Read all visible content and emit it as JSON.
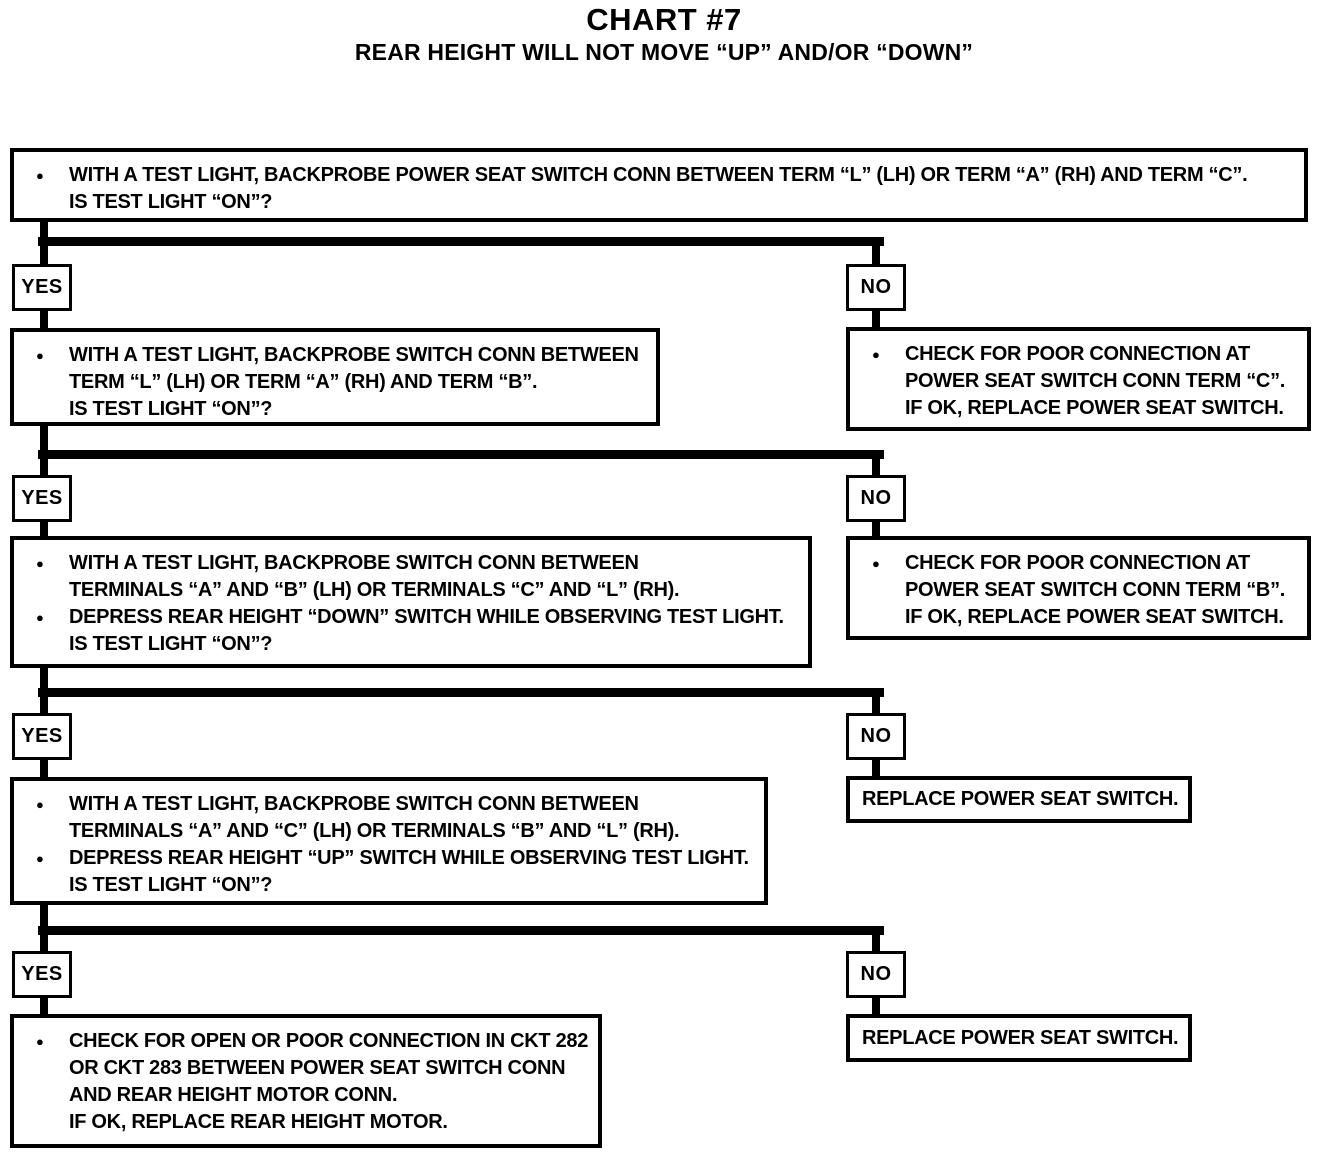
{
  "title": "CHART #7",
  "subtitle": "REAR HEIGHT WILL NOT MOVE “UP” AND/OR “DOWN”",
  "branch_labels": {
    "yes": "YES",
    "no": "NO"
  },
  "colors": {
    "ink": "#000000",
    "paper": "#ffffff"
  },
  "nodes": {
    "q1": {
      "bullets": [
        {
          "lines": [
            "WITH A TEST LIGHT, BACKPROBE POWER SEAT SWITCH CONN BETWEEN TERM “L” (LH) OR TERM “A” (RH) AND TERM “C”.",
            "IS TEST LIGHT “ON”?"
          ]
        }
      ]
    },
    "r1": {
      "bullets": [
        {
          "lines": [
            "CHECK FOR POOR CONNECTION AT",
            "POWER SEAT SWITCH CONN TERM “C”.",
            "IF OK, REPLACE POWER SEAT SWITCH."
          ]
        }
      ]
    },
    "q2": {
      "bullets": [
        {
          "lines": [
            "WITH A TEST LIGHT, BACKPROBE SWITCH CONN BETWEEN",
            "TERM “L” (LH) OR TERM “A” (RH) AND TERM “B”.",
            "IS TEST LIGHT “ON”?"
          ]
        }
      ]
    },
    "r2": {
      "bullets": [
        {
          "lines": [
            "CHECK FOR POOR CONNECTION AT",
            "POWER SEAT SWITCH CONN TERM “B”.",
            "IF OK, REPLACE POWER SEAT SWITCH."
          ]
        }
      ]
    },
    "q3": {
      "bullets": [
        {
          "lines": [
            "WITH A TEST LIGHT, BACKPROBE SWITCH CONN BETWEEN",
            "TERMINALS “A” AND “B” (LH) OR TERMINALS “C” AND “L” (RH)."
          ]
        },
        {
          "lines": [
            "DEPRESS REAR HEIGHT “DOWN” SWITCH WHILE OBSERVING TEST LIGHT.",
            "IS TEST LIGHT “ON”?"
          ]
        }
      ]
    },
    "r3": {
      "text": "REPLACE POWER SEAT SWITCH."
    },
    "q4": {
      "bullets": [
        {
          "lines": [
            "WITH A TEST LIGHT, BACKPROBE SWITCH CONN BETWEEN",
            "TERMINALS “A” AND “C” (LH) OR TERMINALS “B” AND “L” (RH)."
          ]
        },
        {
          "lines": [
            "DEPRESS REAR HEIGHT “UP” SWITCH WHILE OBSERVING TEST LIGHT.",
            "IS TEST LIGHT “ON”?"
          ]
        }
      ]
    },
    "a5": {
      "bullets": [
        {
          "lines": [
            "CHECK FOR OPEN OR POOR CONNECTION IN CKT 282",
            "OR CKT 283 BETWEEN POWER SEAT SWITCH CONN",
            "AND REAR HEIGHT MOTOR CONN.",
            "IF OK, REPLACE REAR HEIGHT MOTOR."
          ]
        }
      ]
    },
    "r4": {
      "text": "REPLACE POWER SEAT SWITCH."
    }
  }
}
